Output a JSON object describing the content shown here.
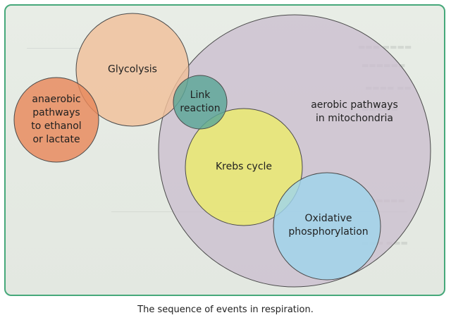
{
  "diagram": {
    "circles": [
      {
        "id": "aerobic",
        "label": "aerobic pathways\nin mitochondria",
        "color": "#c9bccd"
      },
      {
        "id": "glycolysis",
        "label": "Glycolysis",
        "color": "#f0bf9a"
      },
      {
        "id": "anaerobic",
        "label": "anaerobic\npathways\nto ethanol\nor lactate",
        "color": "#e8875a"
      },
      {
        "id": "link",
        "label": "Link\nreaction",
        "color": "#5aa697"
      },
      {
        "id": "krebs",
        "label": "Krebs cycle",
        "color": "#ecec6c"
      },
      {
        "id": "oxidative",
        "label": "Oxidative\nphosphorylation",
        "color": "#9fd4ec"
      }
    ],
    "frame_color": "#46a87a"
  },
  "caption": "The sequence of events in respiration."
}
